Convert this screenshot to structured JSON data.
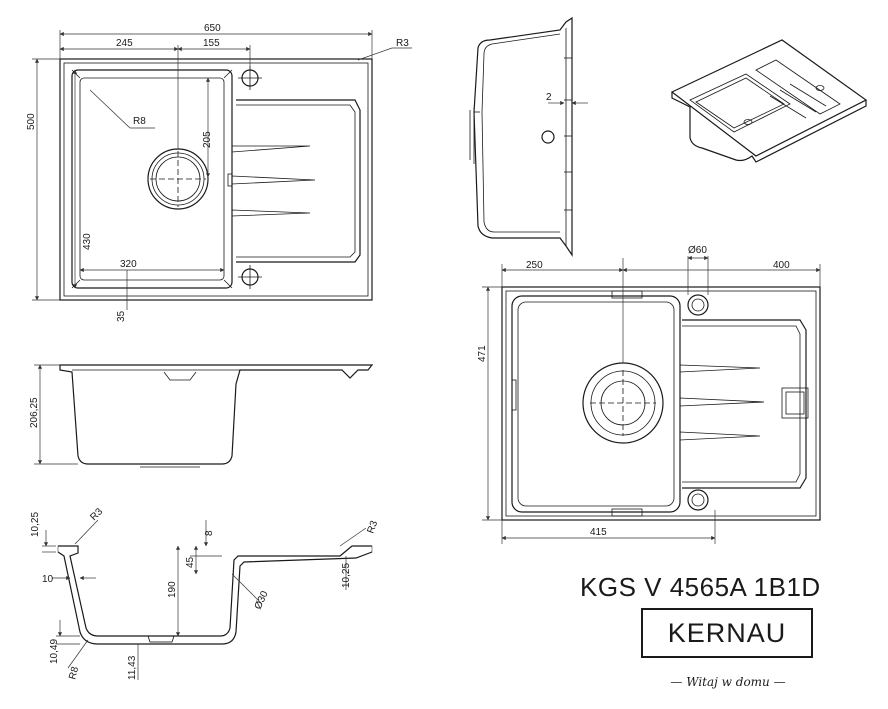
{
  "model": "KGS V 4565A 1B1D",
  "brand": "KERNAU",
  "tagline": "— Witaj w domu —",
  "top_view": {
    "width": "650",
    "bowl_offset": "245",
    "drain_offset": "155",
    "corner_radius": "R3",
    "height": "500",
    "inner_radius": "R8",
    "drain_depth": "205",
    "bowl_height": "430",
    "bowl_width": "320",
    "bottom_margin": "35"
  },
  "front_view": {
    "height": "206,25"
  },
  "section_view": {
    "rim_thickness": "10,25",
    "rim_radius_left": "R3",
    "rim_radius_right": "R3",
    "wall_thickness": "10",
    "rim_height_right": "10,25",
    "lip": "8",
    "overflow_offset": "45",
    "depth": "190",
    "hole_diameter": "Ø30",
    "bottom_thickness": "10,49",
    "bottom_radius": "R8",
    "drain_thickness": "11,43"
  },
  "side_view": {
    "gap": "2"
  },
  "cutout_view": {
    "left_width": "250",
    "hole_diameter": "Ø60",
    "right_width": "400",
    "height": "471",
    "bottom_width": "415"
  }
}
